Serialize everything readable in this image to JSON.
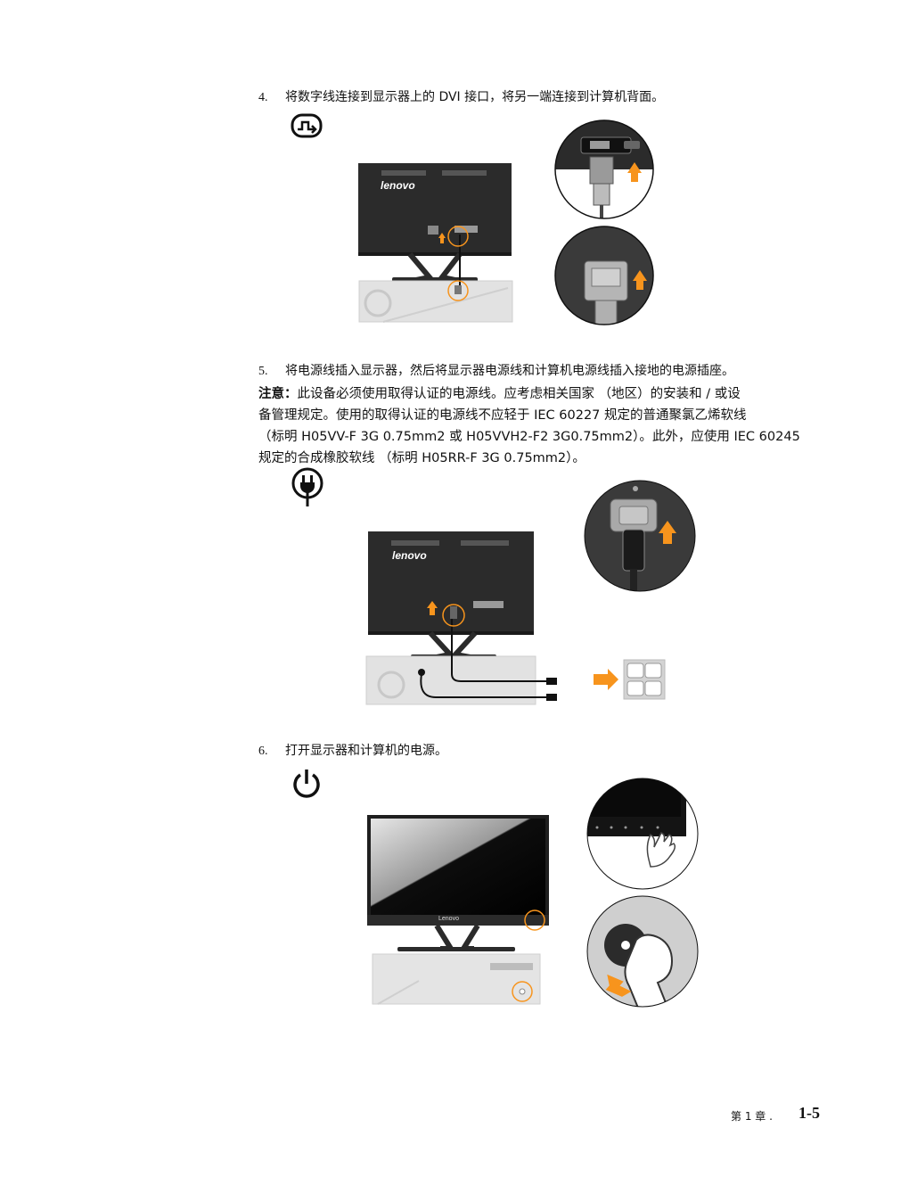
{
  "step4": {
    "number": "4.",
    "text": "将数字线连接到显示器上的 DVI 接口，将另一端连接到计算机背面。"
  },
  "step5": {
    "number": "5.",
    "text": "将电源线插入显示器，然后将显示器电源线和计算机电源线插入接地的电源插座。"
  },
  "note": {
    "label": "注意：",
    "line1": "此设备必须使用取得认证的电源线。应考虑相关国家 （地区）的安装和 / 或设",
    "line2": "备管理规定。使用的取得认证的电源线不应轻于 IEC 60227 规定的普通聚氯乙烯软线",
    "line3": "（标明 H05VV-F 3G 0.75mm2 或 H05VVH2-F2 3G0.75mm2）。此外，应使用 IEC 60245",
    "line4": "规定的合成橡胶软线 （标明 H05RR-F 3G 0.75mm2）。"
  },
  "step6": {
    "number": "6.",
    "text": "打开显示器和计算机的电源。"
  },
  "brand": {
    "logo1": "lenovo",
    "logo2": "lenovo",
    "logo3": "Lenovo"
  },
  "footer": {
    "chapter": "第 1 章 .",
    "page": "1-5"
  },
  "icons": {
    "step4": "signal-connector-icon",
    "step5": "power-plug-icon",
    "step6": "power-button-icon"
  },
  "colors": {
    "accent": "#f7941d",
    "monitor": "#2b2b2b",
    "pc": "#e4e4e4"
  }
}
